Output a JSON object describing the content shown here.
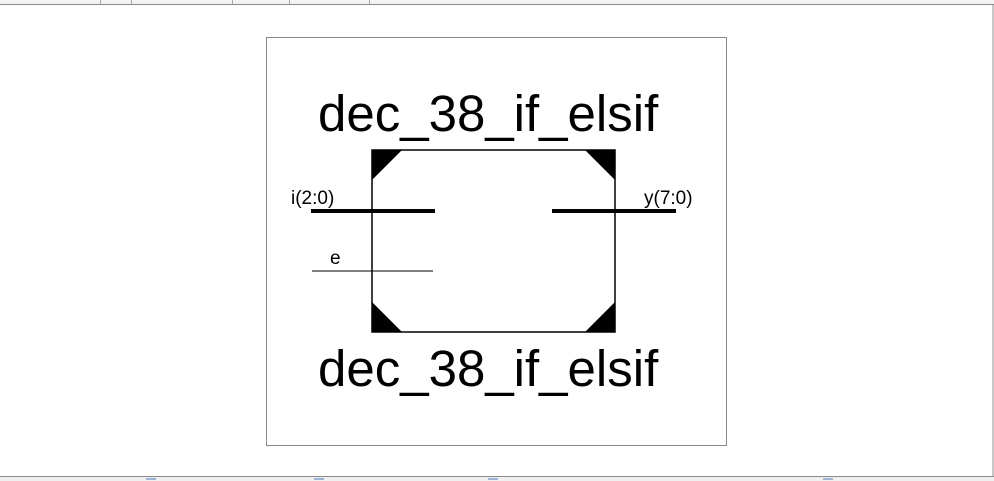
{
  "symbol": {
    "title_top": "dec_38_if_elsif",
    "title_bottom": "dec_38_if_elsif"
  },
  "ports": {
    "input_bus": "i(2:0)",
    "input_enable": "e",
    "output_bus": "y(7:0)"
  },
  "colors": {
    "frame_border": "#8a8a8a",
    "stroke": "#000000",
    "background": "#ffffff"
  }
}
